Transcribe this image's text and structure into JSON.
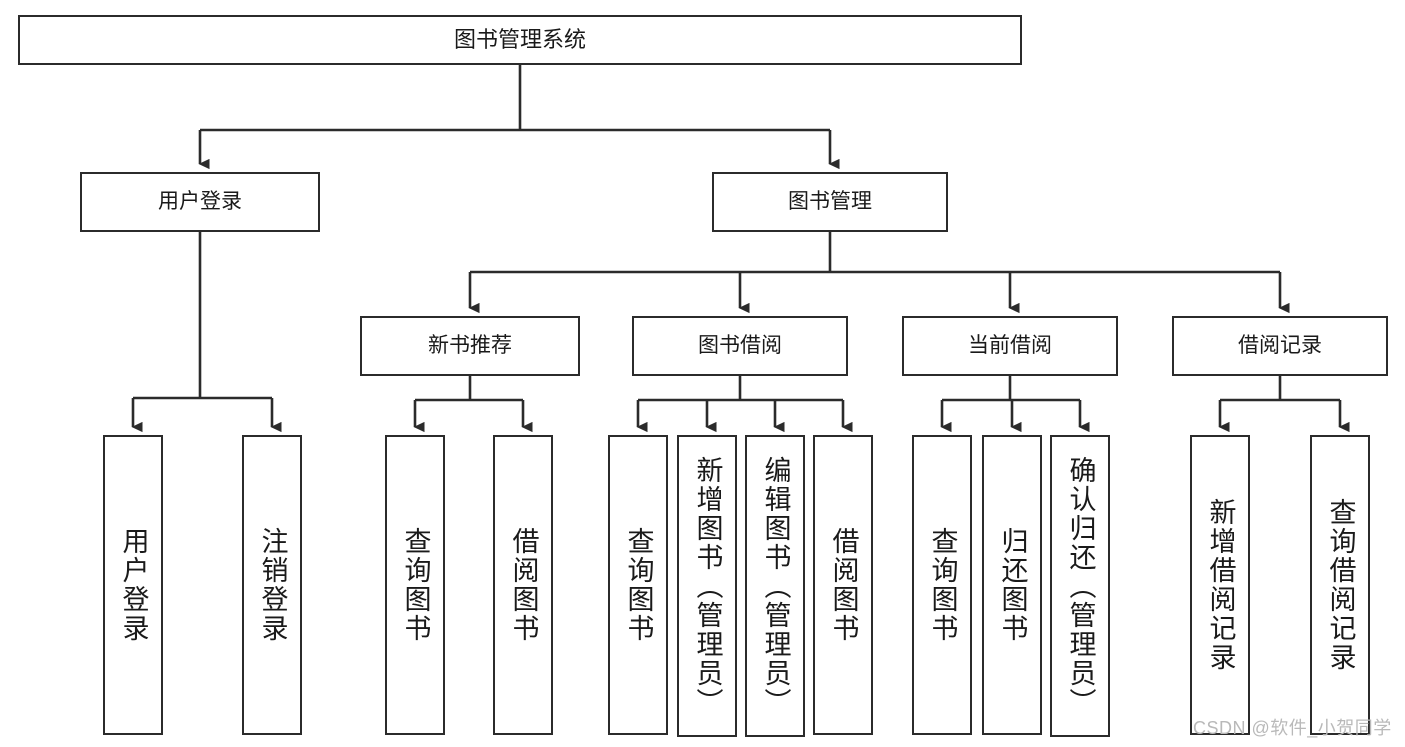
{
  "diagram": {
    "type": "tree-hierarchy-functional-decomposition",
    "title": "图书管理系统",
    "watermark": "CSDN @软件_小贺同学",
    "colors": {
      "stroke": "#2b2b2b",
      "fill": "#ffffff",
      "text": "#1a1a1a",
      "watermark": "#b9b9b9"
    },
    "root": {
      "label": "图书管理系统"
    },
    "level1": [
      {
        "label": "用户登录"
      },
      {
        "label": "图书管理"
      }
    ],
    "level2": [
      {
        "label": "新书推荐"
      },
      {
        "label": "图书借阅"
      },
      {
        "label": "当前借阅"
      },
      {
        "label": "借阅记录"
      }
    ],
    "leaves": {
      "user_login": [
        {
          "label": "用户登录"
        },
        {
          "label": "注销登录"
        }
      ],
      "new_book_recommend": [
        {
          "label": "查询图书"
        },
        {
          "label": "借阅图书"
        }
      ],
      "book_borrow": [
        {
          "label": "查询图书"
        },
        {
          "label": "新增图书（管理员）"
        },
        {
          "label": "编辑图书（管理员）"
        },
        {
          "label": "借阅图书"
        }
      ],
      "current_borrow": [
        {
          "label": "查询图书"
        },
        {
          "label": "归还图书"
        },
        {
          "label": "确认归还（管理员）"
        }
      ],
      "borrow_record": [
        {
          "label": "新增借阅记录"
        },
        {
          "label": "查询借阅记录"
        }
      ]
    }
  }
}
